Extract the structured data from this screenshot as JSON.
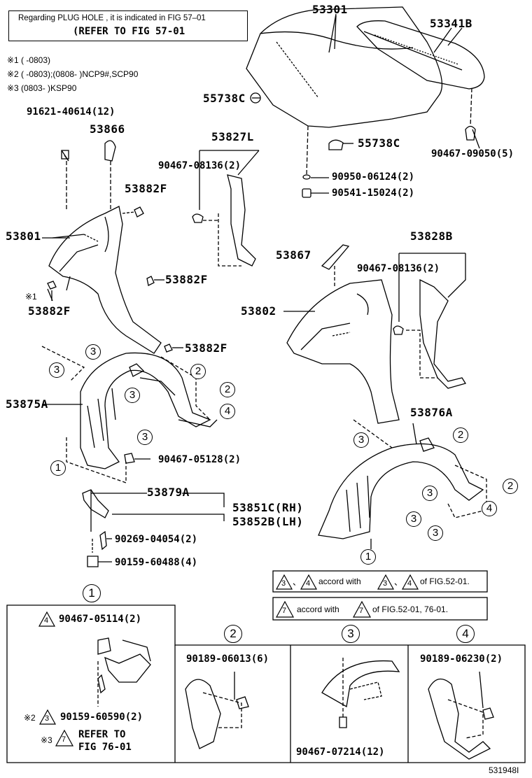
{
  "header_box": {
    "line1": "Regarding  PLUG  HOLE , it is indicated in FIG  57–01",
    "line2": "(REFER TO FIG 57-01"
  },
  "notes": [
    {
      "mark": "※1",
      "text": "(       -0803)"
    },
    {
      "mark": "※2",
      "text": "(       -0803);(0808-       )NCP9#,SCP90"
    },
    {
      "mark": "※3",
      "text": "(0803-       )KSP90"
    }
  ],
  "parts": {
    "p53301": "53301",
    "p53341B": "53341B",
    "p55738C_a": "55738C",
    "p55738C_b": "55738C",
    "p90467_09050": "90467-09050(5)",
    "p90950_06124": "90950-06124(2)",
    "p90541_15024": "90541-15024(2)",
    "p91621_40614": "91621-40614(12)",
    "p53866": "53866",
    "p53827L": "53827L",
    "p90467_08136_a": "90467-08136(2)",
    "p53882F_a": "53882F",
    "p53801": "53801",
    "p53882F_b": "53882F",
    "p53882F_c": "53882F",
    "p53882F_d": "53882F",
    "p53867": "53867",
    "p53828B": "53828B",
    "p90467_08136_b": "90467-08136(2)",
    "p53802": "53802",
    "p53875A": "53875A",
    "p53876A": "53876A",
    "p90467_05128": "90467-05128(2)",
    "p53879A": "53879A",
    "p53851C": "53851C(RH)",
    "p53852B": "53852B(LH)",
    "p90269_04054": "90269-04054(2)",
    "p90159_60488": "90159-60488(4)"
  },
  "marks": {
    "m1": "※1",
    "c1": "1",
    "c2": "2",
    "c3": "3",
    "c4": "4"
  },
  "accord": {
    "line1_a": "accord with",
    "line1_b": "of FIG.52-01.",
    "line2_a": "accord with",
    "line2_b": "of FIG.52-01, 76-01.",
    "tri3": "3",
    "tri4": "4",
    "tri7": "7",
    "sep": "、"
  },
  "detail1": {
    "num": "1",
    "p90467_05114": "90467-05114(2)",
    "tri4": "4",
    "mark2": "※2",
    "tri3": "3",
    "p90159_60590": "90159-60590(2)",
    "mark3": "※3",
    "tri7": "7",
    "refer1": "REFER TO",
    "refer2": "FIG 76-01"
  },
  "detail2": {
    "num": "2",
    "part": "90189-06013(6)"
  },
  "detail3": {
    "num": "3",
    "part": "90467-07214(12)"
  },
  "detail4": {
    "num": "4",
    "part": "90189-06230(2)"
  },
  "footer": {
    "code": "531948I"
  }
}
